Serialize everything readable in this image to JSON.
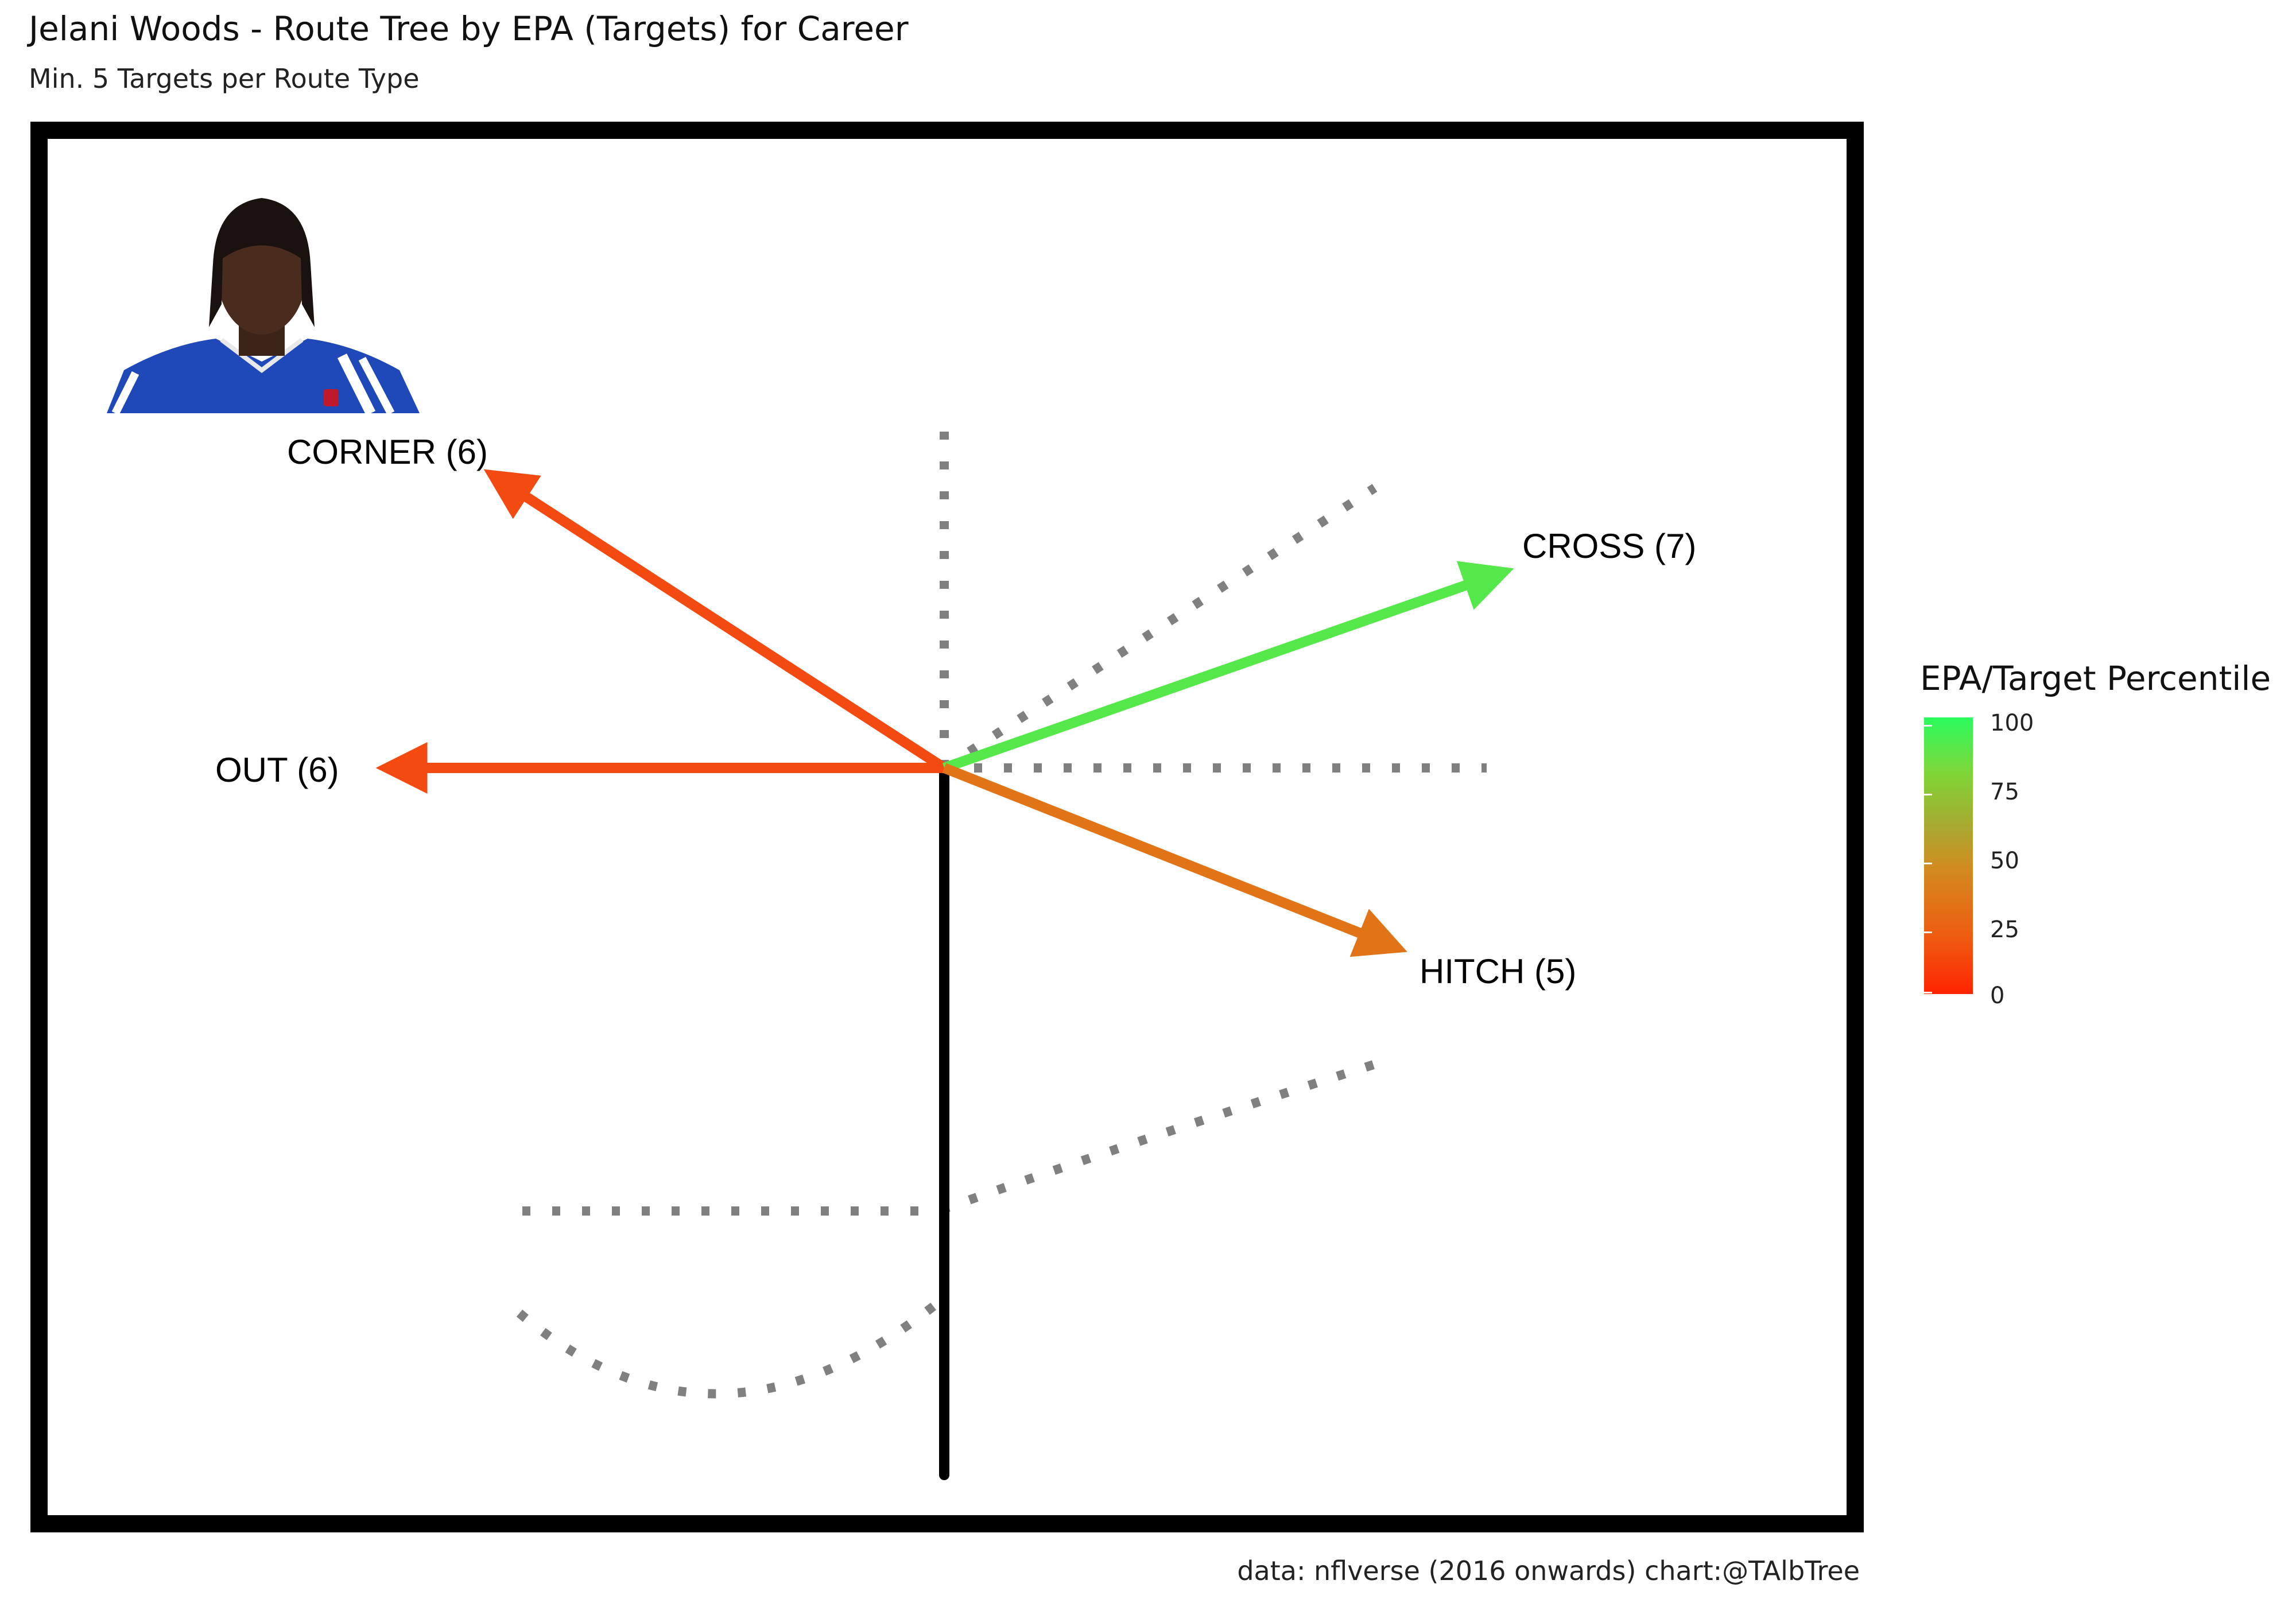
{
  "title": "Jelani Woods - Route Tree by EPA (Targets) for Career",
  "subtitle": "Min. 5 Targets per Route Type",
  "caption": "data: nflverse (2016 onwards)  chart:@TAlbTree",
  "legend": {
    "title": "EPA/Target Percentile",
    "ticks": [
      "100",
      "75",
      "50",
      "25",
      "0"
    ],
    "gradient_colors": [
      "#ff2400",
      "#d38a20",
      "#2bfb5d"
    ]
  },
  "chart_data": {
    "type": "route-tree",
    "routes": [
      {
        "name": "CORNER",
        "targets": 6,
        "label": "CORNER (6)",
        "color": "#f24a10"
      },
      {
        "name": "OUT",
        "targets": 6,
        "label": "OUT (6)",
        "color": "#f24a10"
      },
      {
        "name": "CROSS",
        "targets": 7,
        "label": "CROSS (7)",
        "color": "#55e84a"
      },
      {
        "name": "HITCH",
        "targets": 5,
        "label": "HITCH (5)",
        "color": "#e27418"
      }
    ],
    "inactive_route_color": "#808080",
    "stem_color": "#000000"
  }
}
